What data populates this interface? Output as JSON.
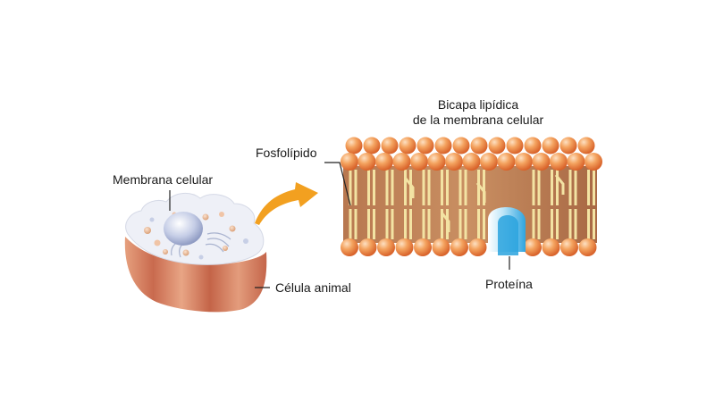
{
  "labels": {
    "bilayer_title_line1": "Bicapa lipídica",
    "bilayer_title_line2": "de la membrana celular",
    "phospholipid": "Fosfolípido",
    "cell_membrane": "Membrana celular",
    "animal_cell": "Célula animal",
    "protein": "Proteína"
  },
  "colors": {
    "head_light": "#fbc79a",
    "head_mid": "#f39a55",
    "head_dark": "#d9642a",
    "tail": "#f3e3a3",
    "tail_edge": "#d9c27a",
    "bilayer_body": "#c8895b",
    "bilayer_body_dark": "#a96a44",
    "cell_body": "#d9856b",
    "cell_top": "#eef0f6",
    "nucleus": "#c9d2ea",
    "protein": "#4fb3e6",
    "arrow": "#f2a020"
  },
  "icons": [
    "animal-cell-icon",
    "phospholipid-bilayer-icon",
    "membrane-protein-icon",
    "curved-arrow-icon"
  ]
}
